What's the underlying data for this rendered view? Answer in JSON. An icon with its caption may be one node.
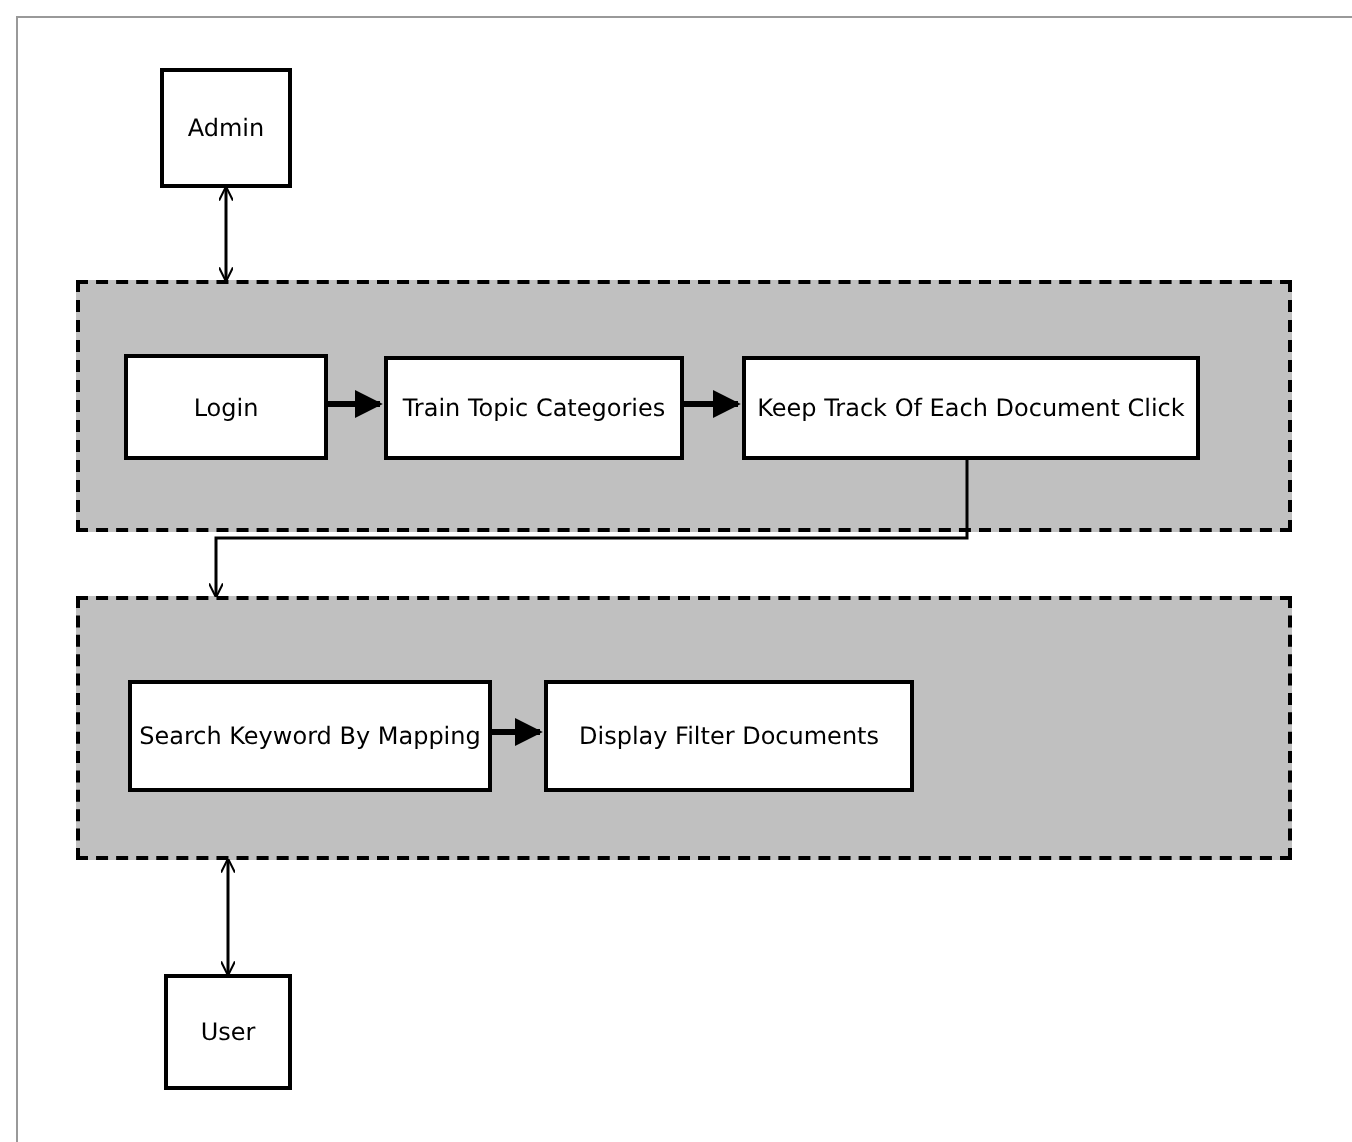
{
  "diagram": {
    "nodes": [
      {
        "text": [
          "Admin"
        ]
      },
      {
        "text": [],
        "shape": "box"
      },
      {
        "text": [
          "Login"
        ],
        "in": 1
      },
      {
        "text": [
          "Train Topic Categories"
        ],
        "in": 1
      },
      {
        "text": [
          "Keep Track Of Each Document Click"
        ],
        "in": 1
      },
      {
        "text": [],
        "shape": "box"
      },
      {
        "text": [
          "Search Keyword By Mapping"
        ],
        "in": 5
      },
      {
        "text": [
          "Display Filter Documents"
        ],
        "in": 5
      },
      {
        "text": [
          "User"
        ]
      }
    ],
    "edges": [
      {
        "from": 0,
        "to": 1,
        "arrow": "both"
      },
      {
        "from": 2,
        "to": 3,
        "arrow": "to",
        "style": "thick"
      },
      {
        "from": 3,
        "to": 4,
        "arrow": "to",
        "style": "thick"
      },
      {
        "from": 4,
        "to": 5,
        "arrow": "to"
      },
      {
        "from": 6,
        "to": 7,
        "arrow": "to",
        "style": "thick"
      },
      {
        "from": 5,
        "to": 8,
        "arrow": "both"
      }
    ]
  }
}
